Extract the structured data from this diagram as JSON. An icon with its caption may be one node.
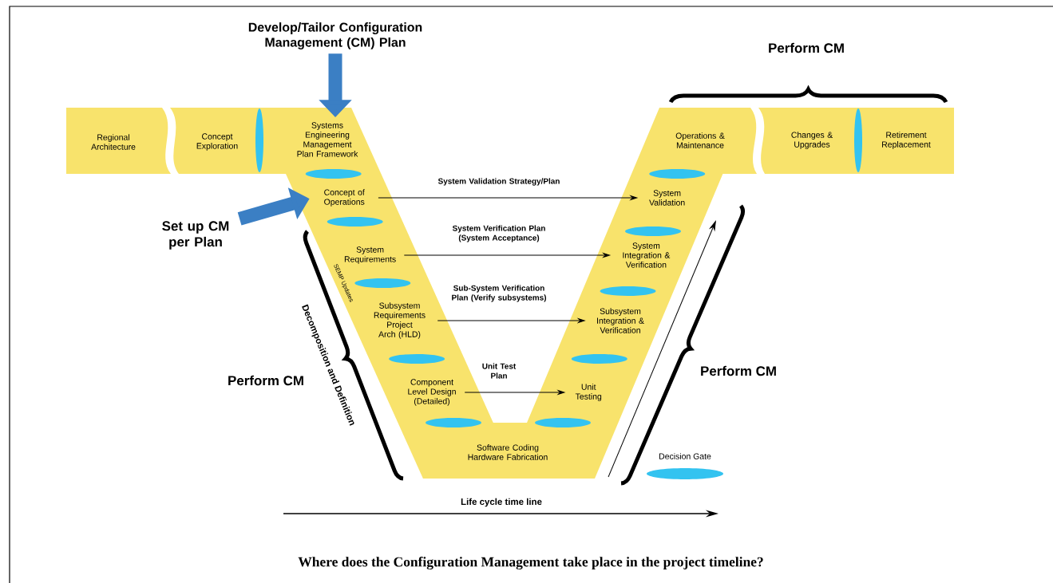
{
  "diagram": {
    "caption": "Where does the Configuration Management take place in the project timeline?",
    "nodes": [
      {
        "text": [
          "Regional Architecture"
        ]
      },
      {
        "text": [
          "Concept Exploration"
        ]
      },
      {
        "text": [
          "Systems Engineering Management Plan Framework"
        ]
      },
      {
        "text": [
          "Concept of Operations"
        ]
      },
      {
        "text": [
          "System Requirements"
        ]
      },
      {
        "text": [
          "Subsystem Requirements Project Arch (HLD)"
        ]
      },
      {
        "text": [
          "Component Level Design (Detailed)"
        ]
      },
      {
        "text": [
          "Software Coding Hardware Fabrication"
        ]
      },
      {
        "text": [
          "Unit Testing"
        ]
      },
      {
        "text": [
          "Subsystem Integration & Verification"
        ]
      },
      {
        "text": [
          "System Integration & Verification"
        ]
      },
      {
        "text": [
          "System Validation"
        ]
      },
      {
        "text": [
          "Operations & Maintenance"
        ]
      },
      {
        "text": [
          "Changes & Upgrades"
        ]
      },
      {
        "text": [
          "Retirement Replacement"
        ]
      },
      {
        "text": [
          "Develop/Tailor Configuration Management (CM) Plan"
        ]
      },
      {
        "text": [
          "Set up CM per Plan"
        ]
      }
    ],
    "edges": [
      {
        "from": 3,
        "to": 11,
        "arrow": "to",
        "label": "System Validation Strategy/Plan"
      },
      {
        "from": 4,
        "to": 10,
        "arrow": "to",
        "label": "System Verification Plan (System Acceptance)"
      },
      {
        "from": 5,
        "to": 9,
        "arrow": "to",
        "label": "Sub-System Verification Plan (Verify subsystems)"
      },
      {
        "from": 6,
        "to": 8,
        "arrow": "to",
        "label": "Unit Test Plan"
      },
      {
        "from": 15,
        "to": 2,
        "arrow": "to",
        "style": "thick",
        "color": "#3b7fc4"
      },
      {
        "from": 16,
        "to": 3,
        "arrow": "to",
        "style": "thick",
        "color": "#3b7fc4"
      }
    ],
    "labels": [
      "Perform CM",
      "Decomposition and Definition",
      "SEMP Updates",
      "Perform CM",
      "Perform CM",
      "Life cycle time line"
    ],
    "legend": [
      {
        "text": "Decision Gate",
        "color": "#33c3f0"
      }
    ]
  }
}
